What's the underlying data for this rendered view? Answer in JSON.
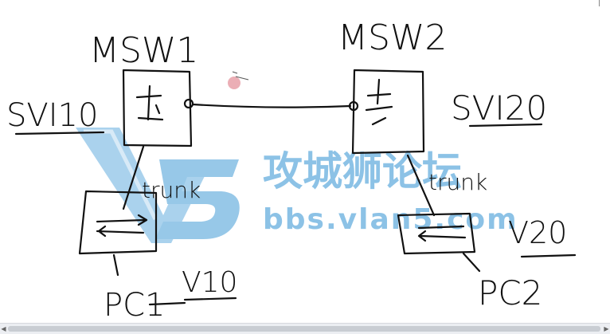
{
  "diagram": {
    "switch1_label": "MSW1",
    "switch2_label": "MSW2",
    "svi1_label": "SVI10",
    "svi2_label": "SVI20",
    "trunk1_label": "trunk",
    "trunk2_label": "trunk",
    "pc1_label": "PC1",
    "pc1_vlan": "V10",
    "pc2_label": "PC2",
    "pc2_vlan": "V20"
  },
  "watermark": {
    "title": "攻城狮论坛",
    "url": "bbs.vlan5.com",
    "logo_color": "#8cc2e6"
  },
  "colors": {
    "ink": "#111111",
    "pointer": "#e8a0a8",
    "watermark": "#8cc2e6"
  }
}
